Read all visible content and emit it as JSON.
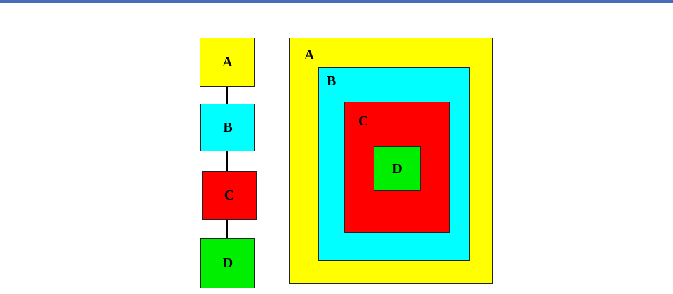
{
  "tree": {
    "nodes": [
      {
        "label": "A",
        "color": "#ffff00"
      },
      {
        "label": "B",
        "color": "#00ffff"
      },
      {
        "label": "C",
        "color": "#ff0000"
      },
      {
        "label": "D",
        "color": "#00ee00"
      }
    ]
  },
  "nested": {
    "regions": [
      {
        "label": "A",
        "color": "#ffff00"
      },
      {
        "label": "B",
        "color": "#00ffff"
      },
      {
        "label": "C",
        "color": "#ff0000"
      },
      {
        "label": "D",
        "color": "#00ee00"
      }
    ]
  },
  "theme": {
    "top_rule_color": "#4a6cb8"
  }
}
